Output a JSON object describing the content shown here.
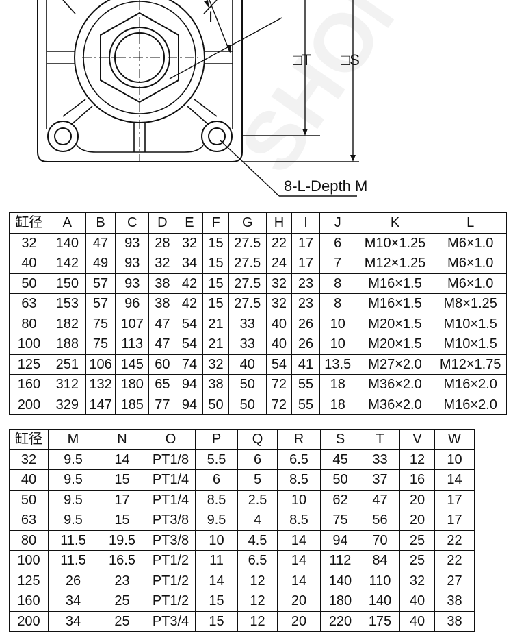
{
  "drawing": {
    "labels": {
      "i": "I",
      "t": "□T",
      "s": "□S",
      "depth": "8-L-Depth M"
    },
    "watermark": "SHONMAR"
  },
  "table1": {
    "headers": [
      "缸径",
      "A",
      "B",
      "C",
      "D",
      "E",
      "F",
      "G",
      "H",
      "I",
      "J",
      "K",
      "L"
    ],
    "rows": [
      [
        "32",
        "140",
        "47",
        "93",
        "28",
        "32",
        "15",
        "27.5",
        "22",
        "17",
        "6",
        "M10×1.25",
        "M6×1.0"
      ],
      [
        "40",
        "142",
        "49",
        "93",
        "32",
        "34",
        "15",
        "27.5",
        "24",
        "17",
        "7",
        "M12×1.25",
        "M6×1.0"
      ],
      [
        "50",
        "150",
        "57",
        "93",
        "38",
        "42",
        "15",
        "27.5",
        "32",
        "23",
        "8",
        "M16×1.5",
        "M6×1.0"
      ],
      [
        "63",
        "153",
        "57",
        "96",
        "38",
        "42",
        "15",
        "27.5",
        "32",
        "23",
        "8",
        "M16×1.5",
        "M8×1.25"
      ],
      [
        "80",
        "182",
        "75",
        "107",
        "47",
        "54",
        "21",
        "33",
        "40",
        "26",
        "10",
        "M20×1.5",
        "M10×1.5"
      ],
      [
        "100",
        "188",
        "75",
        "113",
        "47",
        "54",
        "21",
        "33",
        "40",
        "26",
        "10",
        "M20×1.5",
        "M10×1.5"
      ],
      [
        "125",
        "251",
        "106",
        "145",
        "60",
        "74",
        "32",
        "40",
        "54",
        "41",
        "13.5",
        "M27×2.0",
        "M12×1.75"
      ],
      [
        "160",
        "312",
        "132",
        "180",
        "65",
        "94",
        "38",
        "50",
        "72",
        "55",
        "18",
        "M36×2.0",
        "M16×2.0"
      ],
      [
        "200",
        "329",
        "147",
        "185",
        "77",
        "94",
        "50",
        "50",
        "72",
        "55",
        "18",
        "M36×2.0",
        "M16×2.0"
      ]
    ]
  },
  "table2": {
    "headers": [
      "缸径",
      "M",
      "N",
      "O",
      "P",
      "Q",
      "R",
      "S",
      "T",
      "V",
      "W"
    ],
    "rows": [
      [
        "32",
        "9.5",
        "14",
        "PT1/8",
        "5.5",
        "6",
        "6.5",
        "45",
        "33",
        "12",
        "10"
      ],
      [
        "40",
        "9.5",
        "15",
        "PT1/4",
        "6",
        "5",
        "8.5",
        "50",
        "37",
        "16",
        "14"
      ],
      [
        "50",
        "9.5",
        "17",
        "PT1/4",
        "8.5",
        "2.5",
        "10",
        "62",
        "47",
        "20",
        "17"
      ],
      [
        "63",
        "9.5",
        "15",
        "PT3/8",
        "9.5",
        "4",
        "8.5",
        "75",
        "56",
        "20",
        "17"
      ],
      [
        "80",
        "11.5",
        "19.5",
        "PT3/8",
        "10",
        "4.5",
        "14",
        "94",
        "70",
        "25",
        "22"
      ],
      [
        "100",
        "11.5",
        "16.5",
        "PT1/2",
        "11",
        "6.5",
        "14",
        "112",
        "84",
        "25",
        "22"
      ],
      [
        "125",
        "26",
        "23",
        "PT1/2",
        "14",
        "12",
        "14",
        "140",
        "110",
        "32",
        "27"
      ],
      [
        "160",
        "34",
        "25",
        "PT1/2",
        "15",
        "12",
        "20",
        "180",
        "140",
        "40",
        "38"
      ],
      [
        "200",
        "34",
        "25",
        "PT3/4",
        "15",
        "12",
        "20",
        "220",
        "175",
        "40",
        "38"
      ]
    ]
  }
}
